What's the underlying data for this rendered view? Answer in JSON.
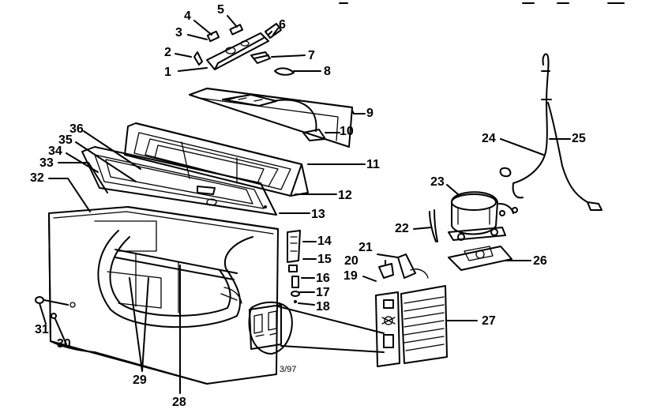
{
  "diagram": {
    "revision_code": "3/97",
    "callouts": [
      "1",
      "2",
      "3",
      "4",
      "5",
      "6",
      "7",
      "8",
      "9",
      "10",
      "11",
      "12",
      "13",
      "14",
      "15",
      "16",
      "17",
      "18",
      "19",
      "20",
      "21",
      "22",
      "23",
      "24",
      "25",
      "26",
      "27",
      "28",
      "29",
      "30",
      "31",
      "32",
      "33",
      "34",
      "35",
      "36"
    ]
  }
}
